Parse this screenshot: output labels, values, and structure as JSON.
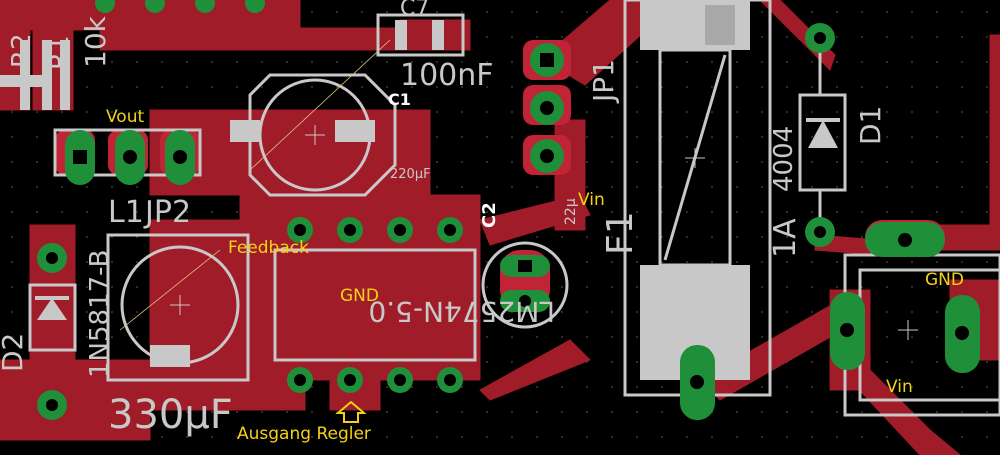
{
  "colors": {
    "background": "#000000",
    "copper": "#a01c28",
    "copper_dark": "#7c1520",
    "pad_green": "#1f8f3a",
    "silkscreen": "#c8c8c8",
    "annotation": "#f2d21a",
    "grid_dot": "#3a3a3a"
  },
  "annotations": {
    "vout": "Vout",
    "feedback": "Feedback",
    "gnd_center": "GND",
    "vin_top": "Vin",
    "gnd_right": "GND",
    "vin_bottom": "Vin",
    "ausgang": "Ausgang Regler",
    "arrow_icon": "up-arrow-icon"
  },
  "silkscreen": {
    "c7": "C7",
    "c7_value": "100nF",
    "c1": "C1",
    "c1_value": "220µF",
    "c2": "C2",
    "c2_value": "22µ",
    "jp1": "JP1",
    "jp2": "JP2",
    "l1": "L1",
    "l1_value": "330µF",
    "d1": "D1",
    "d1_value": "4004",
    "d2": "D2",
    "d2_value": "1N5817-B",
    "f1": "F1",
    "f1_value": "1A",
    "u1_value": "LM2574N-5.0",
    "r_value": "10k",
    "r_name": "R1",
    "r_left": "R2"
  }
}
